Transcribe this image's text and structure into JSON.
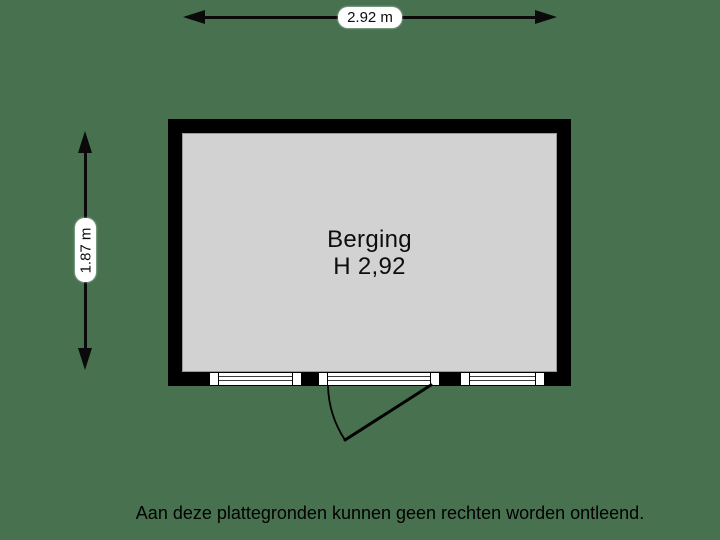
{
  "floorplan": {
    "room": {
      "name": "Berging",
      "ceiling_height_label": "H 2,92"
    },
    "dimensions": {
      "width_label": "2.92 m",
      "depth_label": "1.87 m"
    },
    "disclaimer": "Aan deze plattegronden kunnen geen rechten worden ontleend.",
    "colors": {
      "background": "#47714f",
      "wall": "#000000",
      "floor": "#d2d2d2",
      "label_pill": "#ffffff",
      "text": "#000000"
    }
  }
}
